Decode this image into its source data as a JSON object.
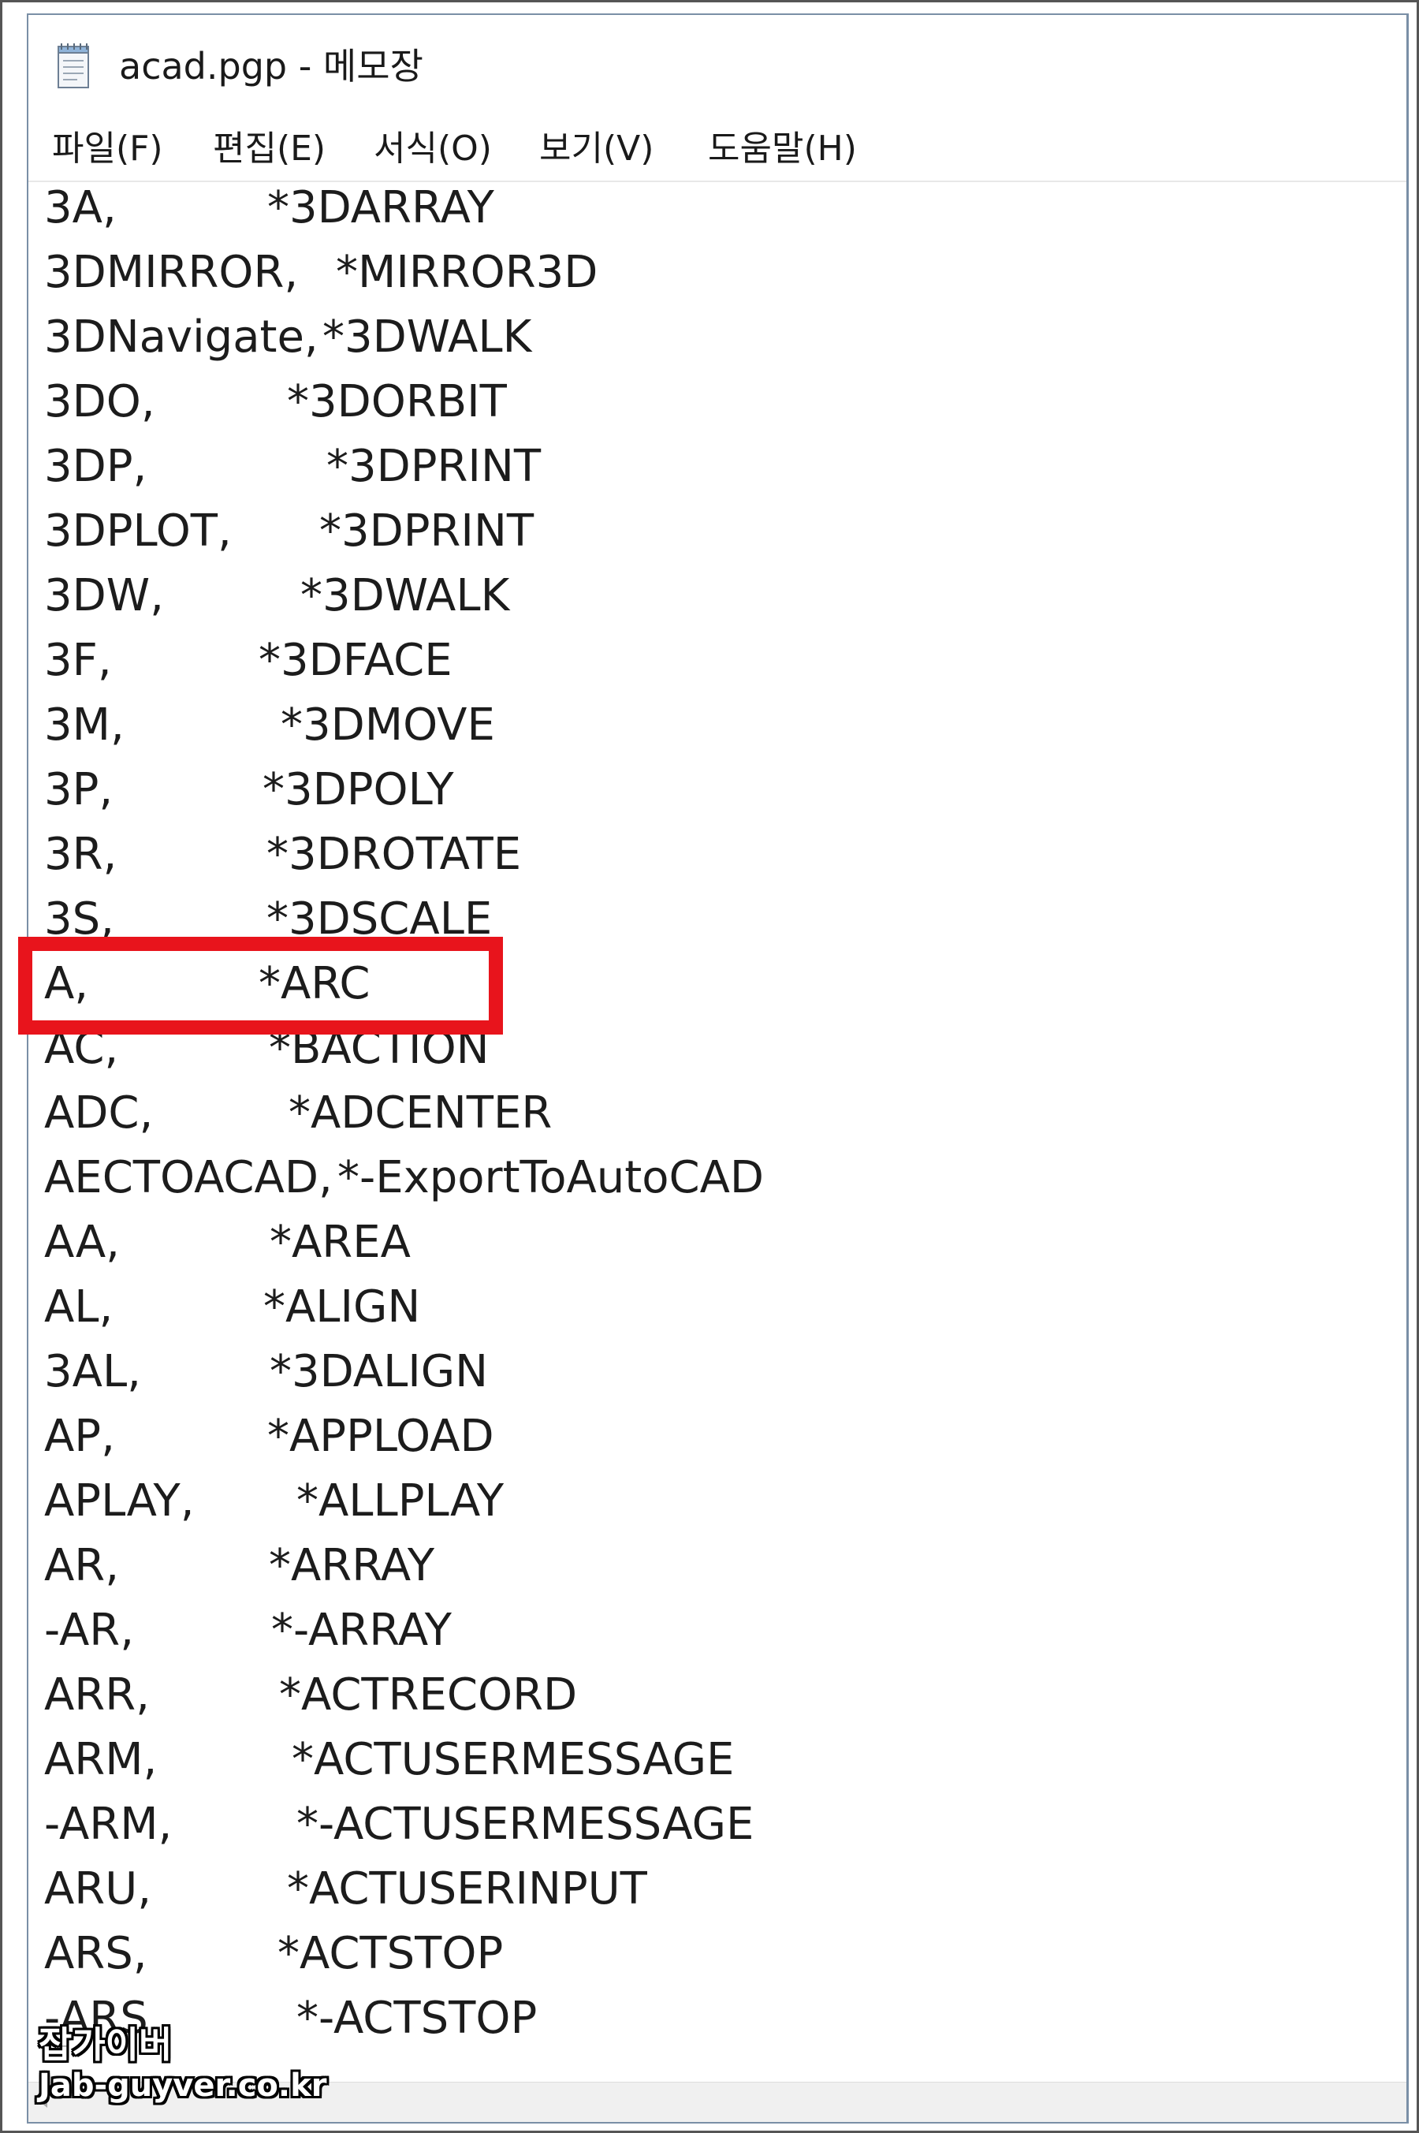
{
  "window": {
    "title": "acad.pgp - 메모장"
  },
  "menu": [
    {
      "label": "파일(F)"
    },
    {
      "label": "편집(E)"
    },
    {
      "label": "서식(O)"
    },
    {
      "label": "보기(V)"
    },
    {
      "label": "도움말(H)"
    }
  ],
  "lines": [
    {
      "alias": "3A,",
      "command": "*3DARRAY"
    },
    {
      "alias": "3DMIRROR,",
      "command": "*MIRROR3D"
    },
    {
      "alias": "3DNavigate,",
      "command": "*3DWALK"
    },
    {
      "alias": "3DO,",
      "command": "*3DORBIT"
    },
    {
      "alias": "3DP,",
      "command": "*3DPRINT"
    },
    {
      "alias": "3DPLOT,",
      "command": "*3DPRINT"
    },
    {
      "alias": "3DW,",
      "command": "*3DWALK"
    },
    {
      "alias": "3F,",
      "command": "*3DFACE"
    },
    {
      "alias": "3M,",
      "command": "*3DMOVE"
    },
    {
      "alias": "3P,",
      "command": "*3DPOLY"
    },
    {
      "alias": "3R,",
      "command": "*3DROTATE"
    },
    {
      "alias": "3S,",
      "command": "*3DSCALE"
    },
    {
      "alias": "A,",
      "command": "*ARC"
    },
    {
      "alias": "AC,",
      "command": "*BACTION"
    },
    {
      "alias": "ADC,",
      "command": "*ADCENTER"
    },
    {
      "alias": "AECTOACAD,",
      "command": "*-ExportToAutoCAD"
    },
    {
      "alias": "AA,",
      "command": "*AREA"
    },
    {
      "alias": "AL,",
      "command": "*ALIGN"
    },
    {
      "alias": "3AL,",
      "command": "*3DALIGN"
    },
    {
      "alias": "AP,",
      "command": "*APPLOAD"
    },
    {
      "alias": "APLAY,",
      "command": "*ALLPLAY"
    },
    {
      "alias": "AR,",
      "command": "*ARRAY"
    },
    {
      "alias": "-AR,",
      "command": "*-ARRAY"
    },
    {
      "alias": "ARR,",
      "command": "*ACTRECORD"
    },
    {
      "alias": "ARM,",
      "command": "*ACTUSERMESSAGE"
    },
    {
      "alias": "-ARM,",
      "command": "*-ACTUSERMESSAGE"
    },
    {
      "alias": "ARU,",
      "command": "*ACTUSERINPUT"
    },
    {
      "alias": "ARS,",
      "command": "*ACTSTOP"
    },
    {
      "alias": "-ARS,",
      "command": "*-ACTSTOP"
    }
  ],
  "watermark": {
    "name": "잡가이버",
    "url": "Jab-guyver.co.kr"
  },
  "colors": {
    "highlight": "#e8141c",
    "text": "#1c1c1c"
  }
}
